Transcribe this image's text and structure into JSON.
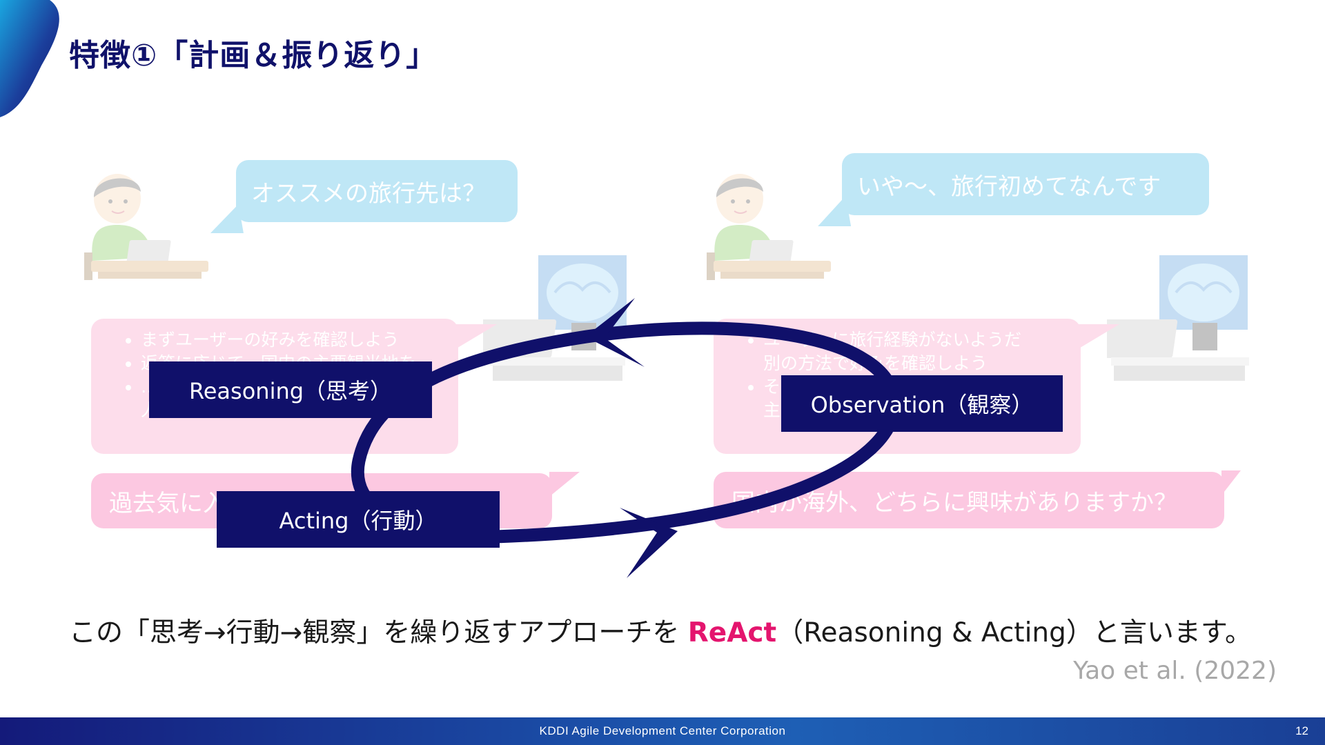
{
  "slide": {
    "title": "特徴①「計画＆振り返り」"
  },
  "left_scene": {
    "user_question": "オススメの旅行先は？",
    "ai_thoughts": [
      "まずユーザーの好みを確認しよう",
      "返答に応じて、国内の主要観光地を…",
      "…",
      "人気観光地を提案しよう"
    ],
    "ai_reply": "過去気に入った観光地はありますか？"
  },
  "right_scene": {
    "user_reply": "いや〜、旅行初めてなんです",
    "ai_thoughts": [
      "ユーザーに旅行経験がないようだ",
      "別の方法で好みを確認しよう",
      "そ…",
      "主…"
    ],
    "ai_question": "国内か海外、どちらに興味がありますか？"
  },
  "cycle": {
    "reasoning": "Reasoning（思考）",
    "acting": "Acting（行動）",
    "observation": "Observation（観察）",
    "color": "#10106a"
  },
  "summary": {
    "prefix": "この「思考→行動→観察」を繰り返すアプローチを ",
    "highlight": "ReAct",
    "suffix": "（Reasoning & Acting）と言います。",
    "highlight_color": "#e4156e"
  },
  "citation": "Yao et al. (2022)",
  "footer": {
    "company": "KDDI Agile Development Center Corporation",
    "page": "12"
  },
  "icons": {
    "corner": "corner-wave-icon",
    "user": "person-with-laptop-icon",
    "ai": "ai-brain-robot-icon"
  }
}
